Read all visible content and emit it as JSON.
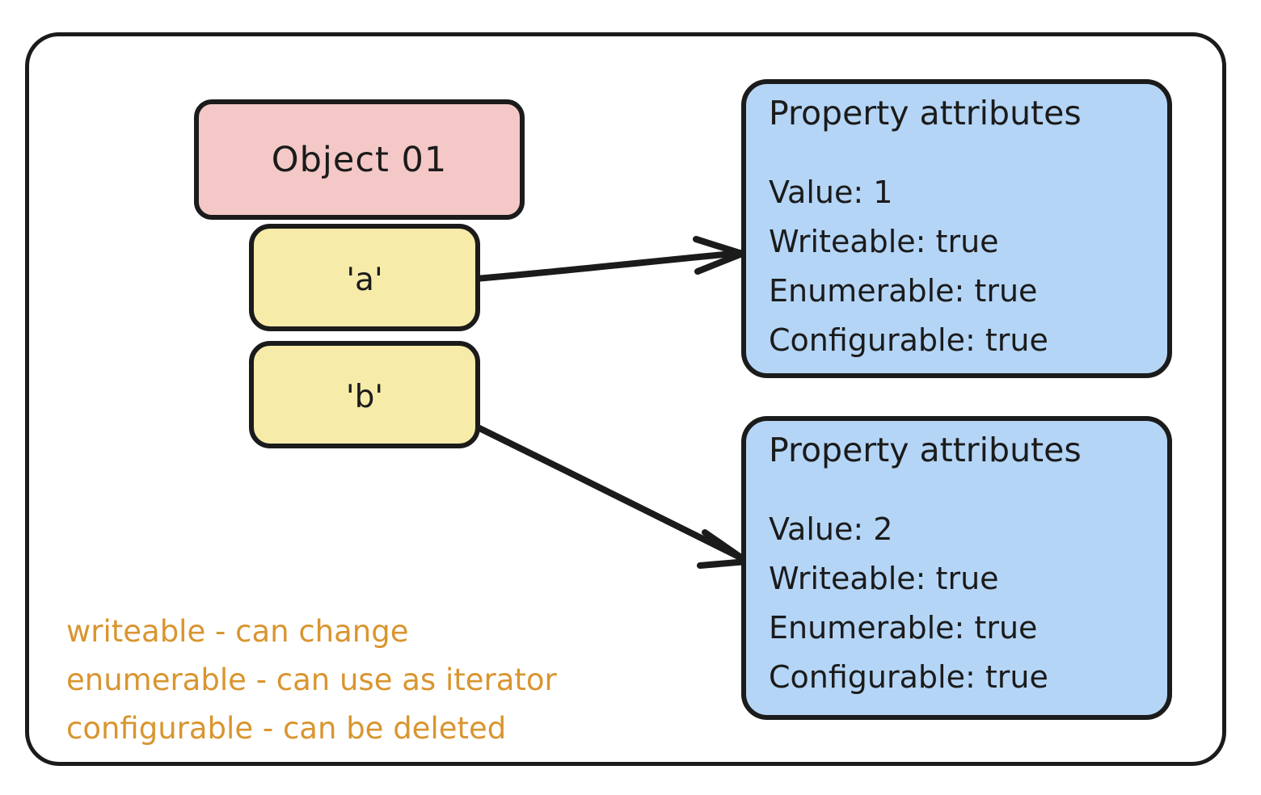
{
  "diagram": {
    "title_node": {
      "label": "Object 01"
    },
    "keys": [
      {
        "label": "'a'"
      },
      {
        "label": "'b'"
      }
    ],
    "attribute_boxes": [
      {
        "title": "Property attributes",
        "lines": [
          "Value: 1",
          "Writeable: true",
          "Enumerable: true",
          "Configurable: true"
        ]
      },
      {
        "title": "Property attributes",
        "lines": [
          "Value: 2",
          "Writeable: true",
          "Enumerable: true",
          "Configurable: true"
        ]
      }
    ],
    "legend": [
      "writeable - can change",
      "enumerable - can use as iterator",
      "configurable - can be deleted"
    ],
    "colors": {
      "object_box": "#f3c8c6",
      "key_box": "#f7eba9",
      "attribute_box": "#b4d5f6",
      "stroke": "#1b1b1b",
      "legend_text": "#d9952f",
      "background": "#ffffff"
    }
  }
}
